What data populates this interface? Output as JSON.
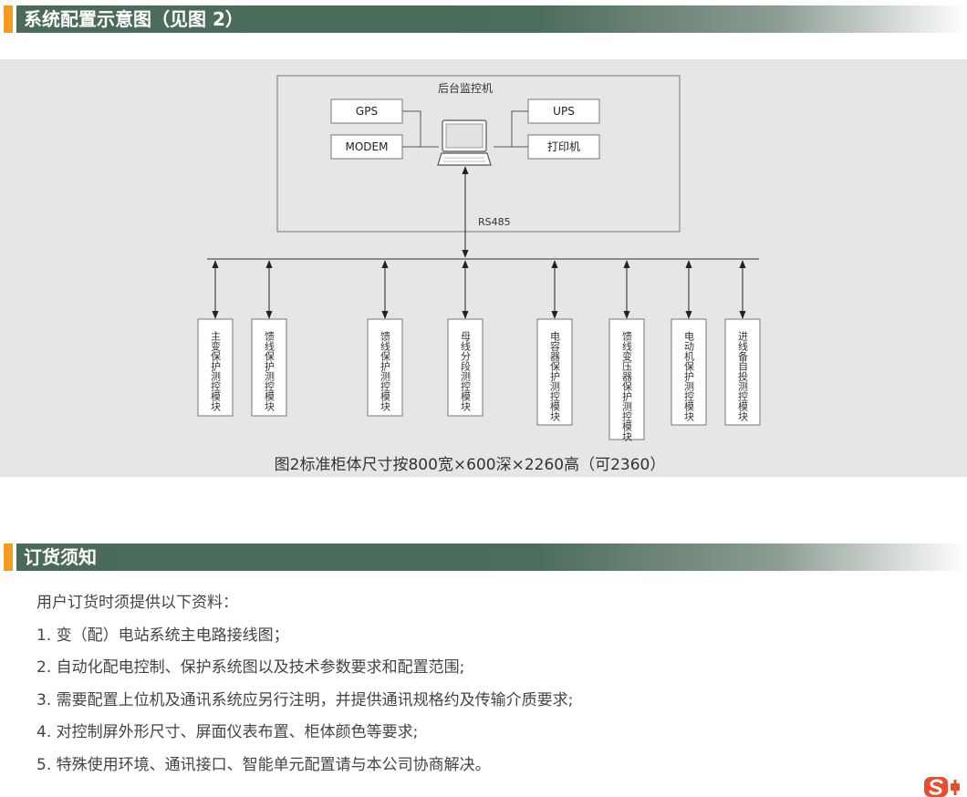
{
  "section1": {
    "title": "系统配置示意图（见图 2）"
  },
  "diagram": {
    "backend_label": "后台监控机",
    "left_devices": [
      "GPS",
      "MODEM"
    ],
    "right_devices": [
      "UPS",
      "打印机"
    ],
    "bus_label": "RS485",
    "modules": [
      "主变保护测控模块",
      "馈线保护测控模块",
      "馈线保护测控模块",
      "母线分段测控模块",
      "电容器保护测控模块",
      "馈线变压器保护测控模块",
      "电动机保护测控模块",
      "进线备自投测控模块"
    ],
    "caption": "图2标准柜体尺寸按800宽×600深×2260高（可2360）"
  },
  "section2": {
    "title": "订货须知"
  },
  "order_notes": [
    "用户订货时须提供以下资料：",
    "1. 变（配）电站系统主电路接线图；",
    "2. 自动化配电控制、保护系统图以及技术参数要求和配置范围;",
    "3. 需要配置上位机及通讯系统应另行注明，并提供通讯规格约及传输介质要求;",
    "4. 对控制屏外形尺寸、屏面仪表布置、柜体颜色等要求;",
    "5. 特殊使用环境、通讯接口、智能单元配置请与本公司协商解决。"
  ],
  "colors": {
    "header_bar": "#4a6a5a",
    "header_accent": "#f39c1f",
    "panel_bg": "#e6e6e6",
    "logo_red": "#e84c2e"
  }
}
